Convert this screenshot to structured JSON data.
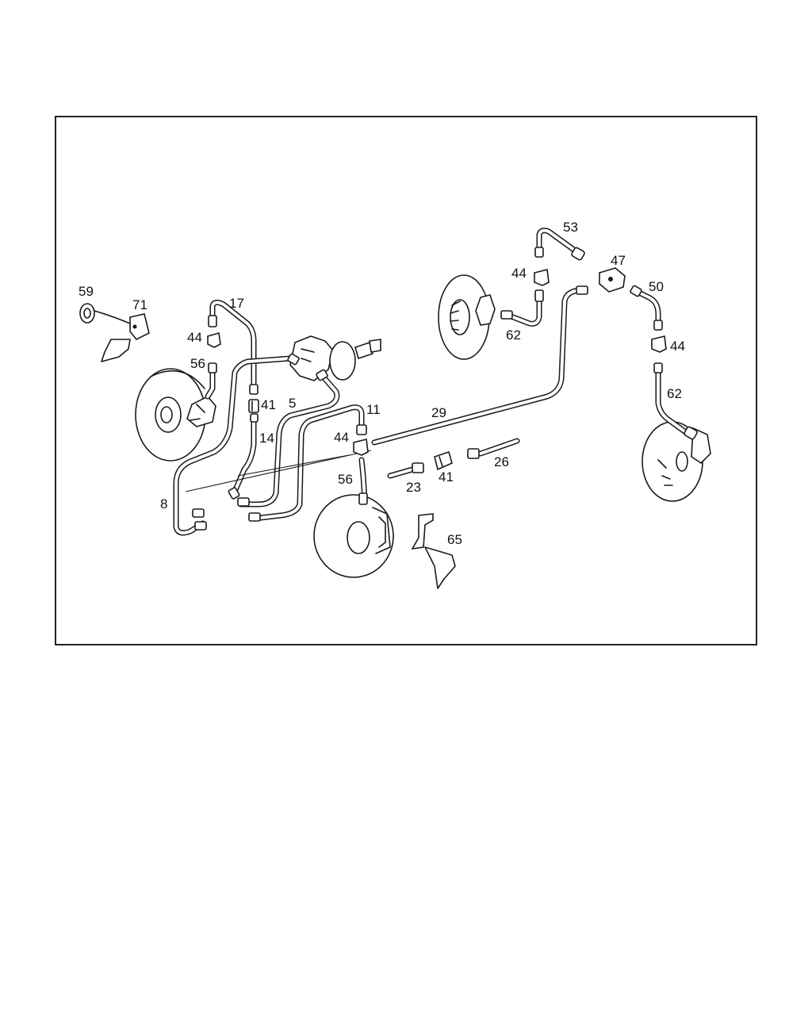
{
  "callouts": {
    "c59": "59",
    "c71": "71",
    "c17": "17",
    "c44a": "44",
    "c56a": "56",
    "c41a": "41",
    "c5": "5",
    "c14": "14",
    "c8": "8",
    "c11": "11",
    "c29": "29",
    "c44b": "44",
    "c56b": "56",
    "c23": "23",
    "c41b": "41",
    "c26": "26",
    "c65": "65",
    "c53": "53",
    "c44c": "44",
    "c62a": "62",
    "c47": "47",
    "c50": "50",
    "c44d": "44",
    "c62b": "62"
  }
}
